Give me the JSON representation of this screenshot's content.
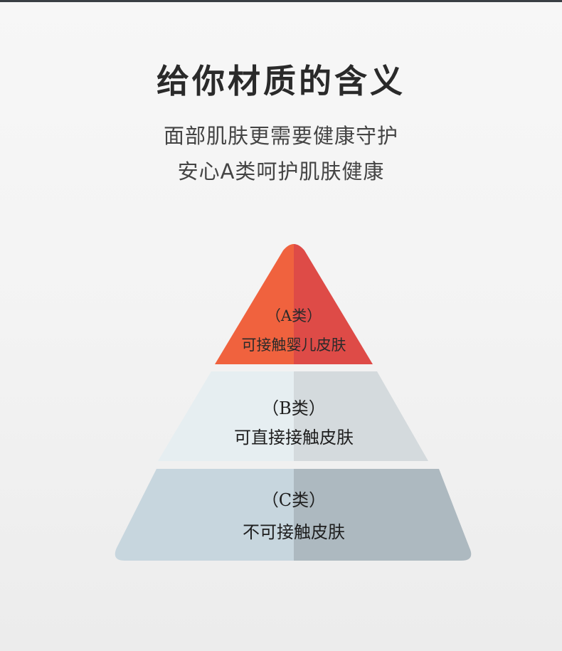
{
  "title": "给你材质的含义",
  "subtitle_lines": [
    "面部肌肤更需要健康守护",
    "安心A类呵护肌肤健康"
  ],
  "tiers": [
    {
      "grade": "（A类）",
      "desc": "可接触婴儿皮肤",
      "color_left": "#f0623e",
      "color_right": "#de4b47"
    },
    {
      "grade": "（B类）",
      "desc": "可直接接触皮肤",
      "color_left": "#e6eef1",
      "color_right": "#d4dadd"
    },
    {
      "grade": "（C类）",
      "desc": "不可接触皮肤",
      "color_left": "#c7d6de",
      "color_right": "#adb9c0"
    }
  ]
}
